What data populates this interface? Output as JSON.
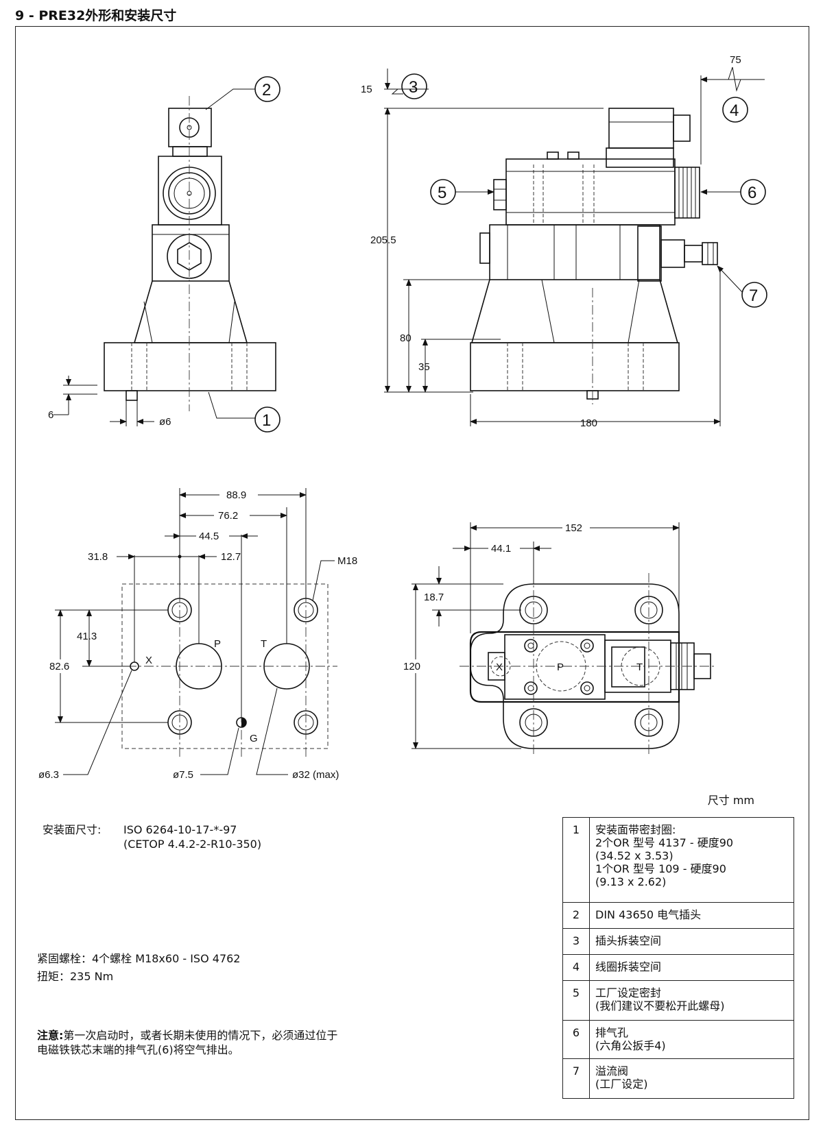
{
  "title": "9 - PRE32外形和安装尺寸",
  "units": "尺寸  mm",
  "side_view_dims": {
    "d6": "6",
    "dia6": "ø6",
    "d15": "15",
    "d75": "75",
    "d205_5": "205.5",
    "d80": "80",
    "d35": "35",
    "d180": "180"
  },
  "balloons": [
    "1",
    "2",
    "3",
    "4",
    "5",
    "6",
    "7"
  ],
  "mounting_dims": {
    "d88_9": "88.9",
    "d76_2": "76.2",
    "d44_5": "44.5",
    "d31_8": "31.8",
    "d12_7": "12.7",
    "m18": "M18",
    "d41_3": "41.3",
    "d82_6": "82.6",
    "port_x": "X",
    "port_p": "P",
    "port_t": "T",
    "port_g": "G",
    "dia6_3": "ø6.3",
    "dia7_5": "ø7.5",
    "dia32": "ø32 (max)"
  },
  "top_view_dims": {
    "d152": "152",
    "d44_1": "44.1",
    "d18_7": "18.7",
    "d120": "120",
    "lbl_x": "X",
    "lbl_p": "P",
    "lbl_t": "T"
  },
  "notes": {
    "mount_label": "安装面尺寸:",
    "mount_line1": "ISO 6264-10-17-*-97",
    "mount_line2": "(CETOP 4.4.2-2-R10-350)",
    "bolts": "紧固螺栓：4个螺栓 M18x60 - ISO 4762",
    "torque": "扭矩：235 Nm",
    "caution_label": "注意:",
    "caution_line1": "第一次启动时，或者长期未使用的情况下，必须通过位于",
    "caution_line2": "电磁铁铁芯末端的排气孔(6)将空气排出。"
  },
  "legend": [
    {
      "num": "1",
      "text": "安装面带密封圈:\n2个OR 型号 4137 - 硬度90\n(34.52 x 3.53)\n1个OR 型号   109 - 硬度90\n(9.13 x 2.62)"
    },
    {
      "num": "2",
      "text": "DIN 43650 电气插头"
    },
    {
      "num": "3",
      "text": "插头拆装空间"
    },
    {
      "num": "4",
      "text": "线圈拆装空间"
    },
    {
      "num": "5",
      "text": "工厂设定密封\n(我们建议不要松开此螺母)"
    },
    {
      "num": "6",
      "text": "排气孔\n(六角公扳手4)"
    },
    {
      "num": "7",
      "text": "溢流阀\n(工厂设定)"
    }
  ]
}
